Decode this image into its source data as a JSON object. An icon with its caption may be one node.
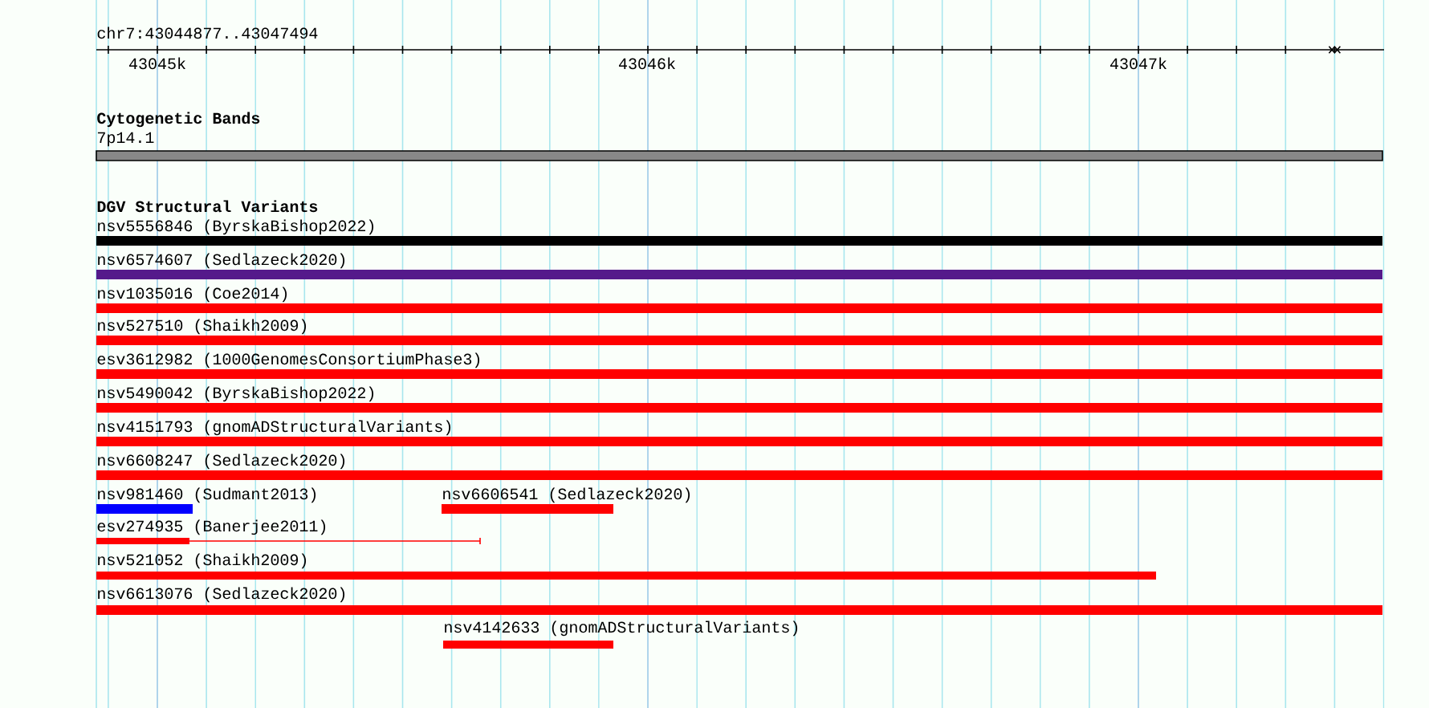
{
  "diagram": {
    "nodes": [
      {
        "text": [
          "7p14.1"
        ]
      },
      {
        "text": [
          "nsv5556846 (ByrskaBishop2022)"
        ]
      },
      {
        "text": [
          "nsv6574607 (Sedlazeck2020)"
        ]
      },
      {
        "text": [
          "nsv1035016 (Coe2014)"
        ]
      },
      {
        "text": [
          "nsv527510 (Shaikh2009)"
        ]
      },
      {
        "text": [
          "esv3612982 (1000GenomesConsortiumPhase3)"
        ]
      },
      {
        "text": [
          "nsv5490042 (ByrskaBishop2022)"
        ]
      },
      {
        "text": [
          "nsv4151793 (gnomADStructuralVariants)"
        ]
      },
      {
        "text": [
          "nsv6608247 (Sedlazeck2020)"
        ]
      },
      {
        "text": [
          "nsv981460 (Sudmant2013)"
        ]
      },
      {
        "text": [
          "nsv6606541 (Sedlazeck2020)"
        ]
      },
      {
        "text": [
          "esv274935 (Banerjee2011)"
        ]
      },
      {
        "text": [
          "nsv521052 (Shaikh2009)"
        ]
      },
      {
        "text": [
          "nsv6613076 (Sedlazeck2020)"
        ]
      },
      {
        "text": [
          "nsv4142633 (gnomADStructuralVariants)"
        ]
      }
    ],
    "labels": [
      "chr7:43044877..43047494",
      "43045k",
      "43046k",
      "43047k",
      "Cytogenetic Bands",
      "DGV Structural Variants"
    ]
  }
}
